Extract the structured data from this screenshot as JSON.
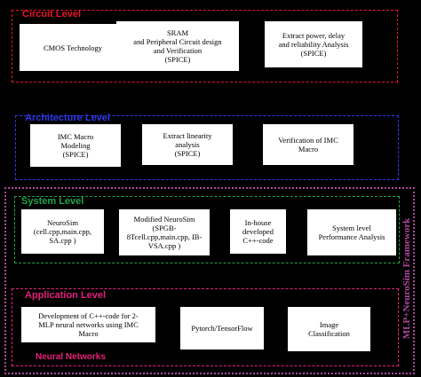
{
  "framework_label": "MLP+NeuroSim Framework",
  "colors": {
    "circuit": "#e8142a",
    "architecture": "#2f38e6",
    "system": "#22a34a",
    "application": "#e6207a",
    "framework": "#b048a0",
    "neural_networks": "#e6207a"
  },
  "levels": {
    "circuit": {
      "title": "Circuit Level",
      "boxes": [
        "CMOS Technology",
        "SRAM\nand Peripheral Circuit design\nand Verification\n(SPICE)",
        "Extract power, delay\nand reliability Analysis\n(SPICE)"
      ]
    },
    "architecture": {
      "title": "Architecture Level",
      "boxes": [
        "IMC Macro\nModeling\n(SPICE)",
        "Extract linearity\nanalysis\n(SPICE)",
        "Verification of IMC\nMacro"
      ]
    },
    "system": {
      "title": "System Level",
      "boxes": [
        "NeuroSim\n(cell.cpp,main.cpp,\nSA.cpp )",
        "Modified NeuroSim\n(SPGB-\n8Tcell.cpp,main.cpp, IB-\nVSA.cpp )",
        "In-house\ndeveloped\nC++-code",
        "System level\nPerformance Analysis"
      ]
    },
    "application": {
      "title": "Application Level",
      "boxes": [
        "Development of C++-code for 2-\nMLP neural networks using IMC\nMacro",
        "Pytorch/TensorFlow",
        "Image\nClassification"
      ],
      "sublabel": "Neural Networks"
    }
  }
}
